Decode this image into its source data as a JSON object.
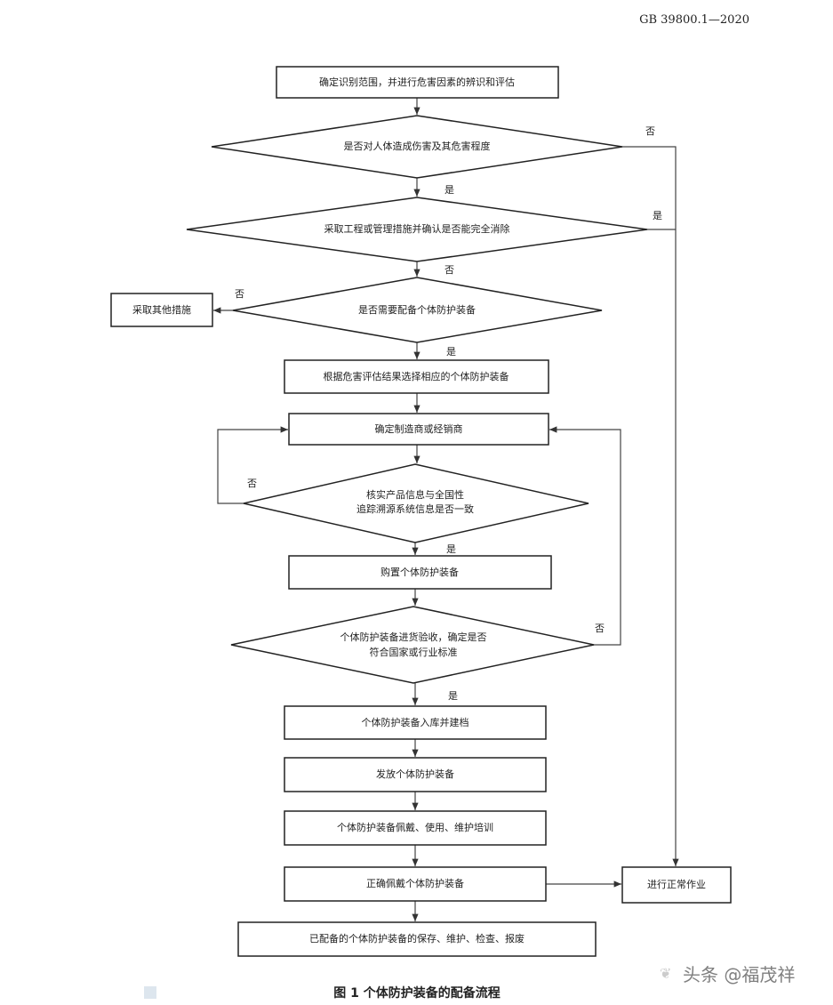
{
  "header": {
    "standard": "GB 39800.1—2020"
  },
  "nodes": {
    "n1": "确定识别范围，并进行危害因素的辨识和评估",
    "d1": "是否对人体造成伤害及其危害程度",
    "d2": "采取工程或管理措施并确认是否能完全消除",
    "d3": "是否需要配备个体防护装备",
    "other": "采取其他措施",
    "n2": "根据危害评估结果选择相应的个体防护装备",
    "n3": "确定制造商或经销商",
    "d4_line1": "核实产品信息与全国性",
    "d4_line2": "追踪溯源系统信息是否一致",
    "n4": "购置个体防护装备",
    "d5_line1": "个体防护装备进货验收，确定是否",
    "d5_line2": "符合国家或行业标准",
    "n5": "个体防护装备入库并建档",
    "n6": "发放个体防护装备",
    "n7": "个体防护装备佩戴、使用、维护培训",
    "n8": "正确佩戴个体防护装备",
    "normal": "进行正常作业",
    "n9": "已配备的个体防护装备的保存、维护、检查、报废"
  },
  "labels": {
    "yes": "是",
    "no": "否"
  },
  "caption": "图 1   个体防护装备的配备流程",
  "watermark": "头条 @福茂祥"
}
